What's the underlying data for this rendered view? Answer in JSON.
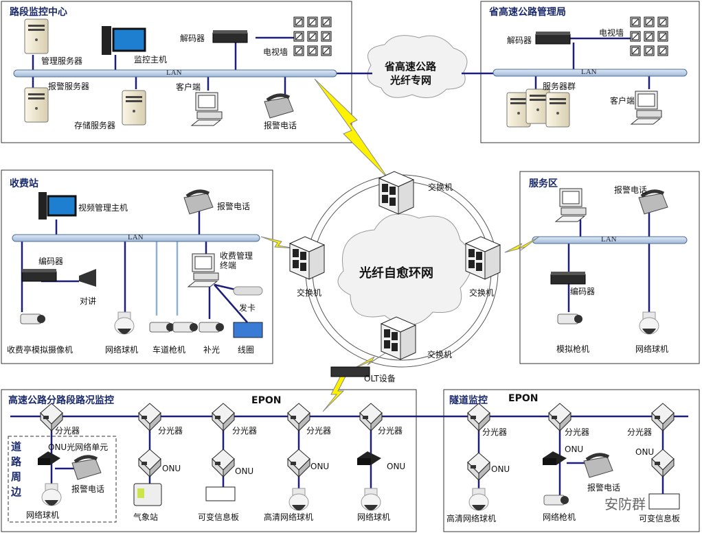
{
  "lan_label": "LAN",
  "epon_label": "EPON",
  "colors": {
    "line": "#1c1f7a",
    "lan_bar": "#b7cde6",
    "title": "#1a2a6c",
    "lightning": "#fff200"
  },
  "center": {
    "title": "路段监控中心",
    "items": [
      "管理服务器",
      "监控主机",
      "解码器",
      "电视墙",
      "报警服务器",
      "存储服务器",
      "客户端",
      "报警电话"
    ]
  },
  "province": {
    "title": "省高速公路管理局",
    "items": [
      "解码器",
      "电视墙",
      "服务器群",
      "客户端"
    ]
  },
  "cloud_private": [
    "省高速公路",
    "光纤专网"
  ],
  "ring": {
    "title": "光纤自愈环网",
    "switch_label": "交换机",
    "olt": "OLT设备"
  },
  "toll": {
    "title": "收费站",
    "items": [
      "视频管理主机",
      "报警电话",
      "编码器",
      "收费管理终端",
      "对讲",
      "发卡",
      "收费亭模拟摄像机",
      "网络球机",
      "车道枪机",
      "补光",
      "线圈"
    ]
  },
  "service": {
    "title": "服务区",
    "items": [
      "报警电话",
      "编码器",
      "模拟枪机",
      "网络球机"
    ]
  },
  "road": {
    "title": "高速公路分路段路况监控",
    "side_label": [
      "道",
      "路",
      "周",
      "边"
    ],
    "splitter": "分光器",
    "onu": "ONU",
    "items": [
      "ONU光网络单元",
      "报警电话",
      "网络球机",
      "气象站",
      "可变信息板",
      "高清网络球机",
      "网络球机"
    ]
  },
  "tunnel": {
    "title": "隧道监控",
    "items": [
      "高清网络球机",
      "网络枪机",
      "报警电话",
      "可变信息板"
    ]
  },
  "watermark": "安防群"
}
